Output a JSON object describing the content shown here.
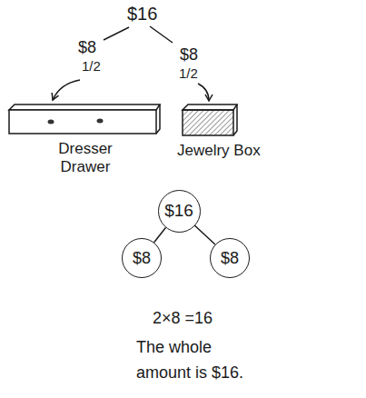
{
  "diagram": {
    "nodes": [
      {
        "text": [
          "Dresser Drawer"
        ]
      },
      {
        "text": [
          "Jewelry Box"
        ]
      },
      {
        "text": [
          "$16"
        ]
      },
      {
        "text": [
          "$8"
        ]
      },
      {
        "text": [
          "$8"
        ]
      }
    ],
    "edges": [
      {
        "from": 2,
        "to": 3,
        "arrow": "none"
      },
      {
        "from": 2,
        "to": 4,
        "arrow": "none"
      }
    ],
    "labels": [
      "$16",
      "$8",
      "1/2",
      "$8",
      "1/2",
      "2×8 =16",
      "The whole amount is $16."
    ]
  }
}
